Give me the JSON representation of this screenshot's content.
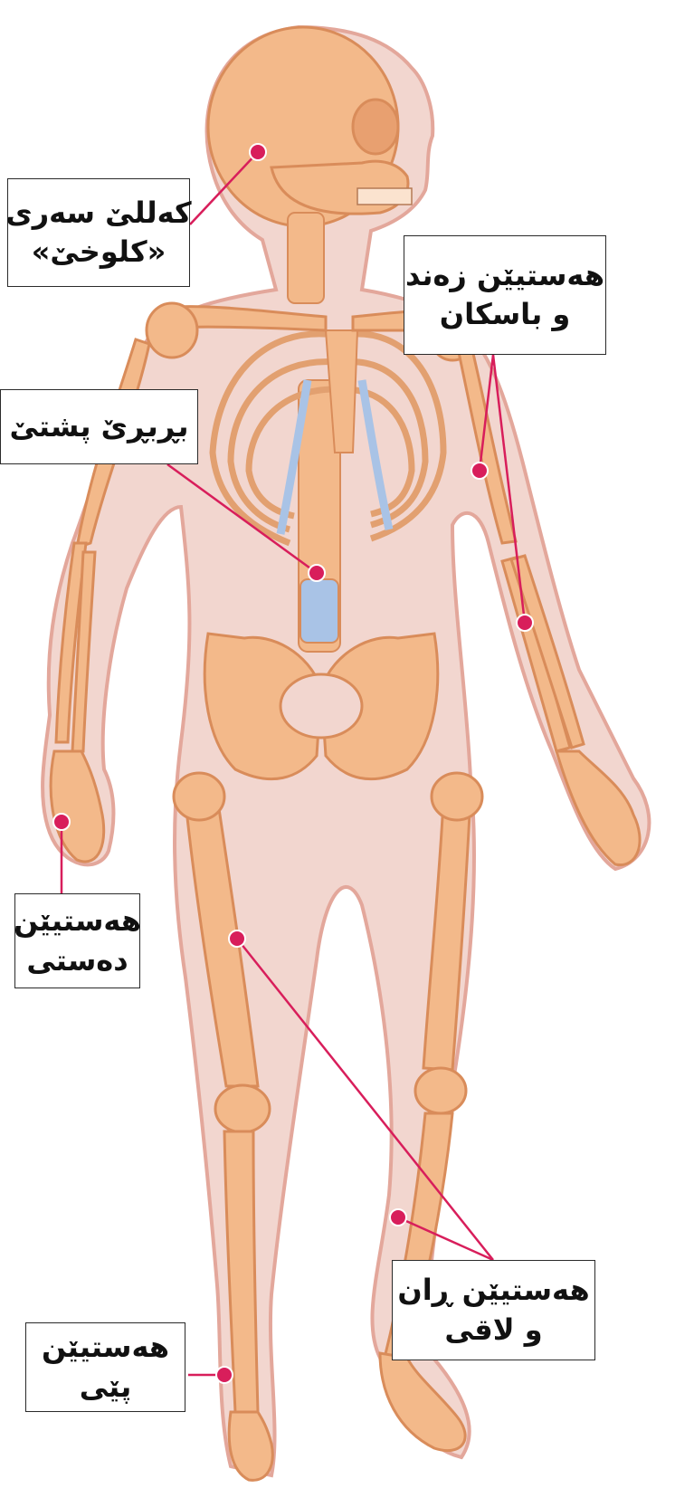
{
  "labels": {
    "skull": {
      "line1": "کەللێ سەری",
      "line2": "«کلوخێ»"
    },
    "arm": {
      "line1": "هەستیێن زەند",
      "line2": "و باسکان"
    },
    "spine": {
      "line1": "بڕبڕێ پشتێ"
    },
    "hand": {
      "line1": "هەستیێن",
      "line2": "دەستی"
    },
    "leg": {
      "line1": "هەستیێن ڕان",
      "line2": "و لاقی"
    },
    "foot": {
      "line1": "هەستیێن",
      "line2": "پێی"
    }
  },
  "colors": {
    "bone": "#f3b98a",
    "bone_dark": "#d98c5a",
    "skin": "#f2d6cf",
    "skin_edge": "#e3a79b",
    "cartilage": "#a9c3e6",
    "leader": "#d81e5b"
  }
}
